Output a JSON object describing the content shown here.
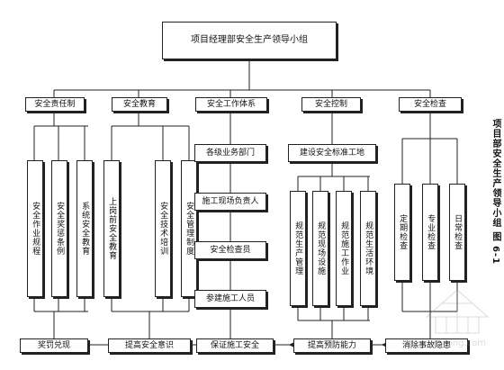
{
  "top": {
    "title": "项目经理部安全生产领导小组"
  },
  "level1": {
    "responsibility": "安全责任制",
    "education": "安全教育",
    "work_system": "安全工作体系",
    "control": "安全控制",
    "inspection": "安全检查"
  },
  "responsibility_items": [
    "安全作业规程",
    "安全奖惩条例",
    "系统安全教育"
  ],
  "education_items": [
    "上岗前安全教育",
    "安全技术培训",
    "安全管理制度"
  ],
  "work_system_items": [
    "各级业务部门",
    "施工现场负责人",
    "安全检查员",
    "参建施工人员"
  ],
  "control": {
    "sub": "建设安全标准工地",
    "items": [
      "规范生产管理",
      "规范现场设施",
      "规范施工作业",
      "规范生活环境"
    ]
  },
  "inspection_items": [
    "定期检查",
    "专业检查",
    "日常检查"
  ],
  "bottom": {
    "reward": "奖罚兑现",
    "awareness": "提高安全意识",
    "guarantee": "保证施工安全",
    "prevention": "提高预防能力",
    "hazards": "消除事故隐患"
  },
  "side_caption": "项目部安全生产领导小组  图 6-1",
  "watermark": "zhulong.com",
  "colors": {
    "line": "#222222",
    "background": "#ffffff"
  }
}
